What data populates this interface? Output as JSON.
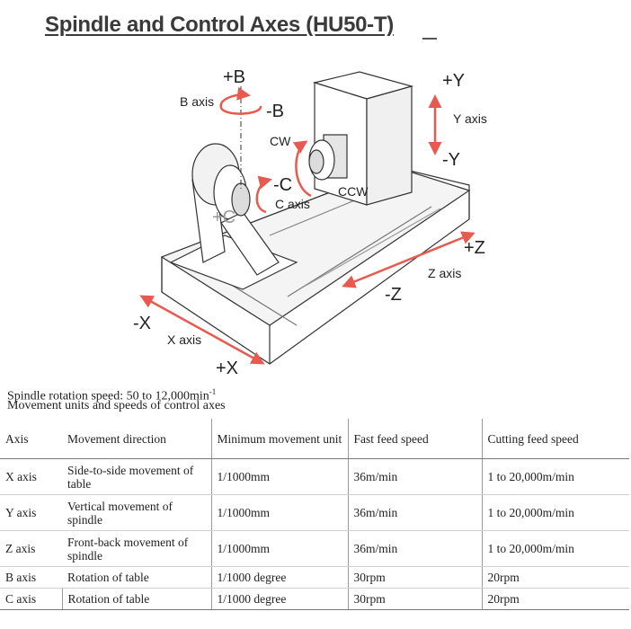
{
  "title": "Spindle and Control Axes (HU50-T)",
  "diagram": {
    "labels": {
      "b_plus": "+B",
      "b_minus": "-B",
      "b_axis": "B axis",
      "cw": "CW",
      "ccw": "CCW",
      "c_minus": "-C",
      "c_plus": "+C",
      "c_axis": "C axis",
      "y_plus": "+Y",
      "y_minus": "-Y",
      "y_axis": "Y axis",
      "z_plus": "+Z",
      "z_minus": "-Z",
      "z_axis": "Z axis",
      "x_minus": "-X",
      "x_plus": "+X",
      "x_axis": "X axis"
    },
    "arrow_color": "#e85a4f"
  },
  "specs": {
    "rotation_text": "Spindle rotation speed: 50 to 12,000min",
    "rotation_sup": "-1",
    "movement_text": "Movement units and speeds of control axes"
  },
  "table": {
    "headers": {
      "axis": "Axis",
      "direction": "Movement direction",
      "min_unit": "Minimum movement unit",
      "fast": "Fast feed speed",
      "cutting": "Cutting feed speed"
    },
    "rows": [
      {
        "axis": "X axis",
        "direction": "Side-to-side movement of table",
        "min_unit": "1/1000mm",
        "fast": "36m/min",
        "cutting": "1 to 20,000m/min"
      },
      {
        "axis": "Y axis",
        "direction": "Vertical movement of spindle",
        "min_unit": "1/1000mm",
        "fast": "36m/min",
        "cutting": "1 to 20,000m/min"
      },
      {
        "axis": "Z axis",
        "direction": "Front-back movement of spindle",
        "min_unit": "1/1000mm",
        "fast": "36m/min",
        "cutting": "1 to 20,000m/min"
      },
      {
        "axis": "B axis",
        "direction": "Rotation of table",
        "min_unit": "1/1000 degree",
        "fast": "30rpm",
        "cutting": "20rpm"
      },
      {
        "axis": "C axis",
        "direction": "Rotation of table",
        "min_unit": "1/1000 degree",
        "fast": "30rpm",
        "cutting": "20rpm"
      }
    ]
  }
}
